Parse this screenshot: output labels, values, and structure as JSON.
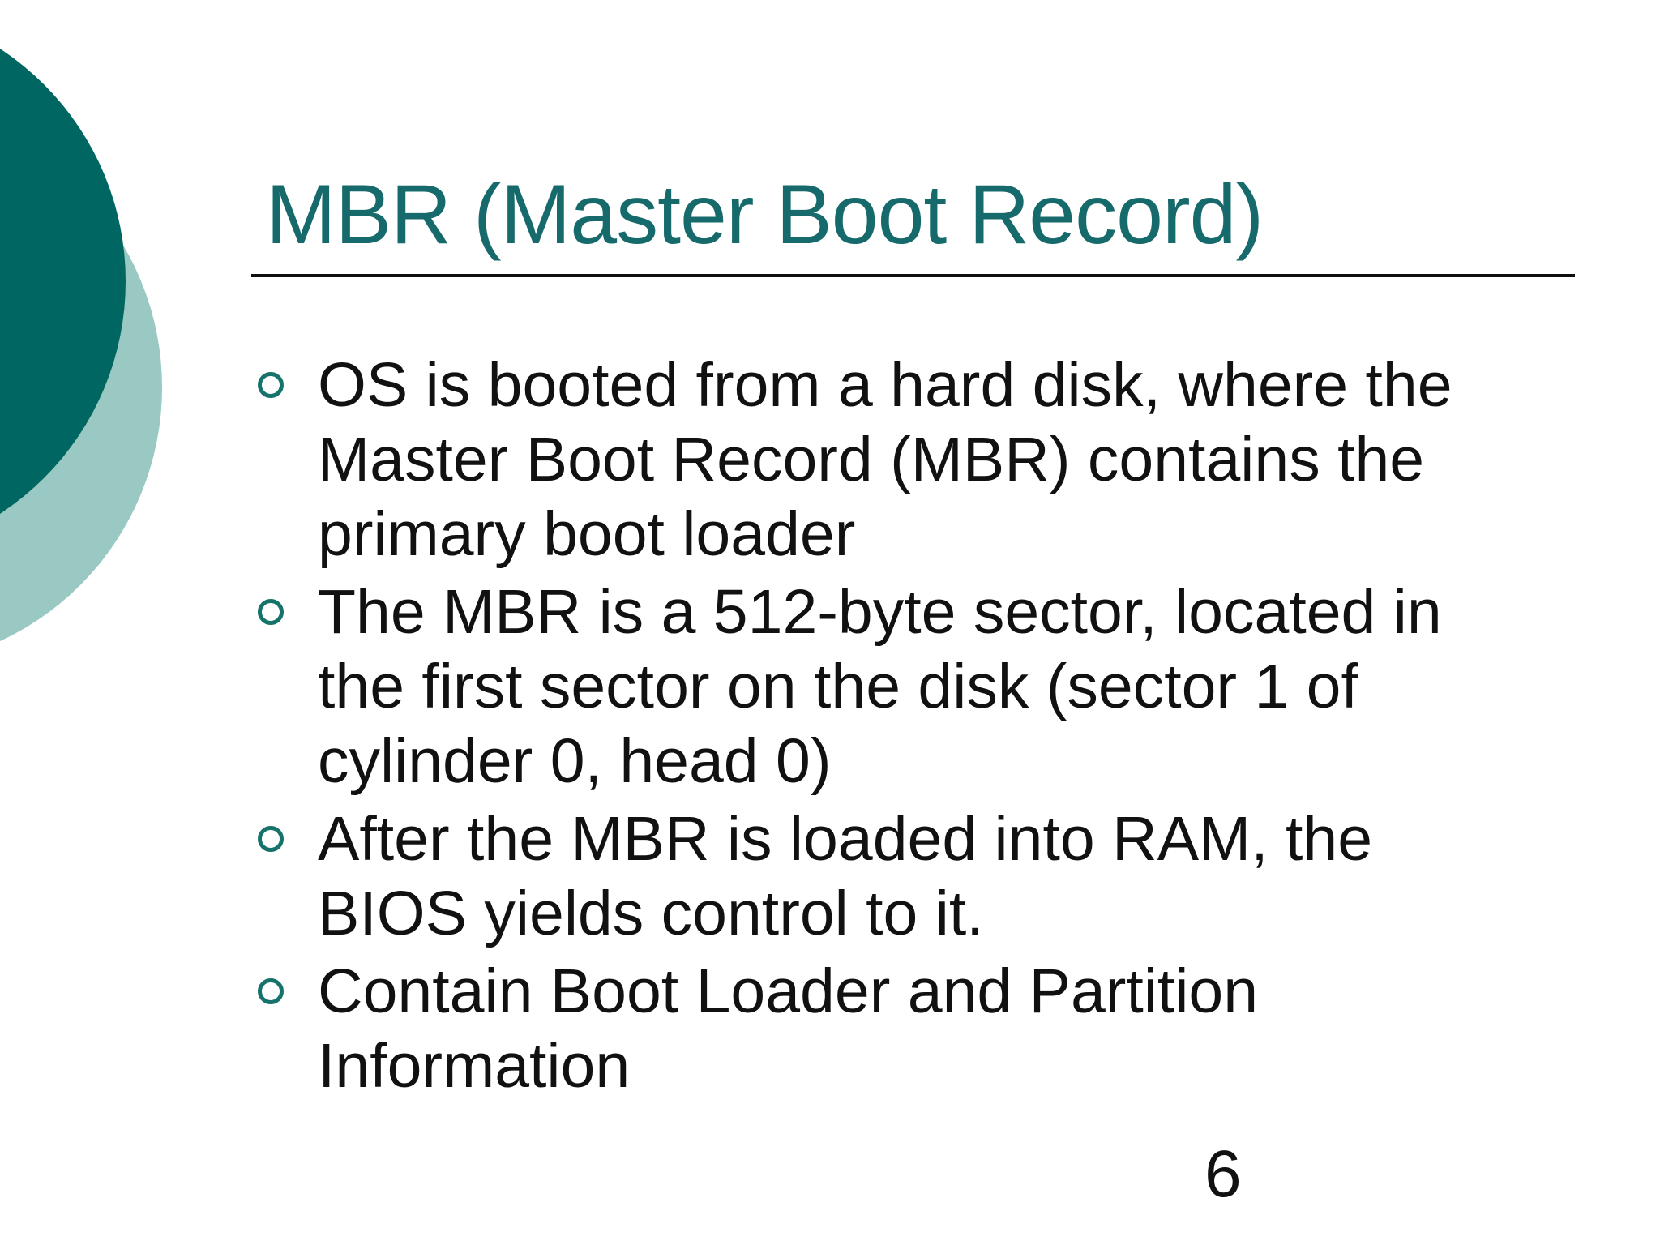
{
  "slide": {
    "title": "MBR (Master Boot Record)",
    "page_number": "6",
    "bullets": [
      {
        "lines": [
          "OS is booted from a hard disk, where the",
          "Master Boot Record (MBR) contains the",
          "primary boot loader"
        ]
      },
      {
        "lines": [
          "The MBR is a 512-byte sector, located in",
          "the first sector on the disk (sector 1 of",
          "cylinder 0, head 0)"
        ]
      },
      {
        "lines": [
          "After the MBR is loaded into RAM, the",
          "BIOS yields control to it."
        ]
      },
      {
        "lines": [
          "Contain Boot Loader and Partition",
          "Information"
        ]
      }
    ],
    "colors": {
      "title": "#176a6b",
      "dark_circle": "#006661",
      "light_circle": "#9ac9c3",
      "bullet_ring": "#16736c",
      "rule": "#0f0f0f",
      "body_text": "#111111"
    }
  }
}
